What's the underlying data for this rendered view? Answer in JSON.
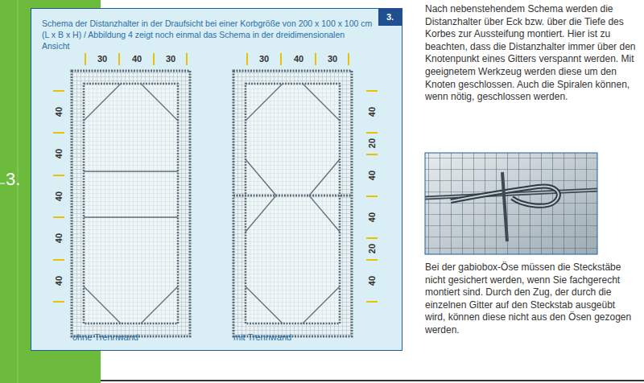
{
  "diagram": {
    "nodes": [
      {
        "text": [
          "Schema der Distanzhalter in der Draufsicht bei einer Korbgröße von 200 x 100 x 100 cm (L x B x H) / Abbildung 4 zeigt noch einmal das Schema in der dreidimensionalen Ansicht"
        ]
      },
      {
        "text": [
          "3."
        ],
        "in": 0
      }
    ],
    "labels": [
      "3.",
      "30",
      "40",
      "30",
      "30",
      "40",
      "30",
      "40",
      "40",
      "40",
      "40",
      "40",
      "40",
      "20",
      "40",
      "40",
      "20",
      "40",
      "ohne Trennwand",
      "mit Trennwand",
      "Nach nebenstehendem Schema werden die Distanzhalter über Eck bzw. über die Tiefe des Korbes zur Aussteifung montiert. Hier ist zu beachten, dass die Distanzhalter immer über den Knotenpunkt eines Gitters verspannt werden. Mit geeignetem Werkzeug werden diese um den Knoten geschlossen. Auch die Spiralen können, wenn nötig, geschlossen werden.",
      "Bei der gabiobox-Öse müssen die Steckstäbe nicht gesichert werden, wenn Sie fachgerecht montiert sind. Durch den Zug, der durch die einzelnen Gitter auf den Steckstab ausgeübt wird, können diese nicht aus den Ösen gezogen werden."
    ]
  }
}
